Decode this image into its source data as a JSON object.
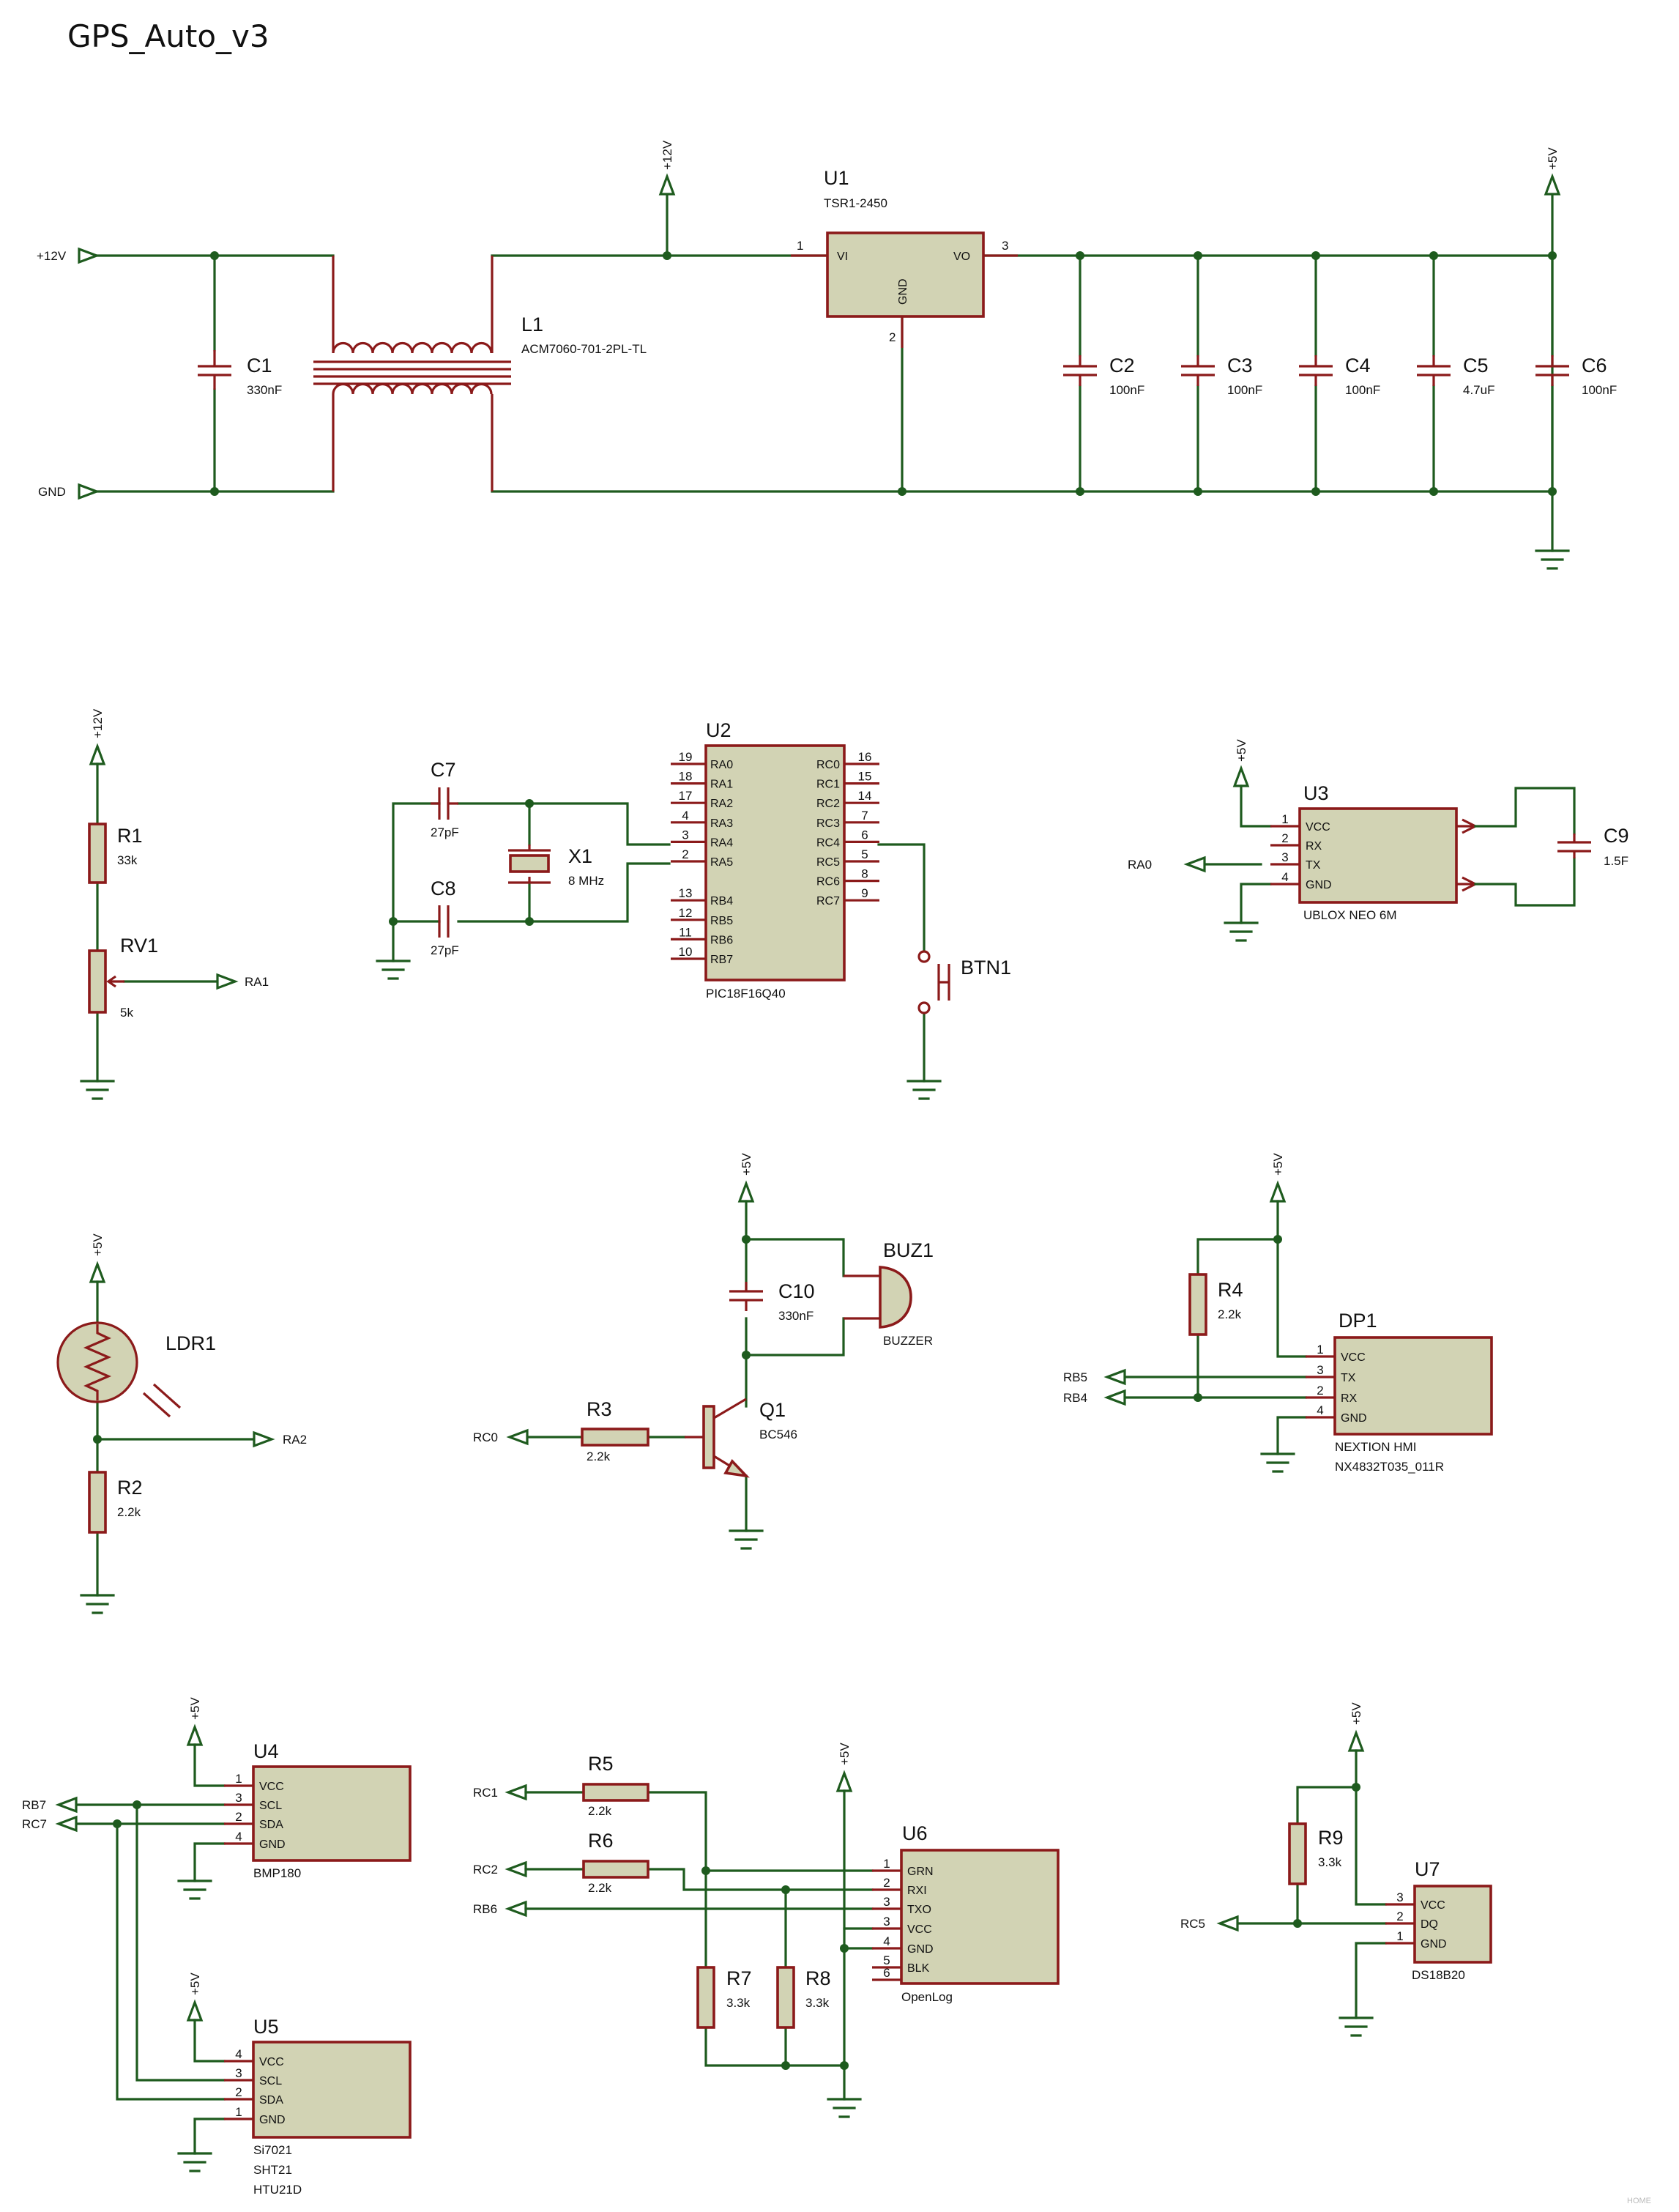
{
  "title": "GPS_Auto_v3",
  "net_labels": {
    "v12": "+12V",
    "v5": "+5V",
    "gnd": "GND",
    "ra0": "RA0",
    "ra1": "RA1",
    "ra2": "RA2",
    "rb4": "RB4",
    "rb5": "RB5",
    "rb6": "RB6",
    "rb7": "RB7",
    "rc0": "RC0",
    "rc1": "RC1",
    "rc2": "RC2",
    "rc5": "RC5",
    "rc7": "RC7"
  },
  "components": {
    "C1": {
      "ref": "C1",
      "value": "330nF"
    },
    "L1": {
      "ref": "L1",
      "value": "ACM7060-701-2PL-TL"
    },
    "U1": {
      "ref": "U1",
      "value": "TSR1-2450",
      "pins": {
        "vi": "VI",
        "vo": "VO",
        "gnd": "GND",
        "n1": "1",
        "n2": "2",
        "n3": "3"
      }
    },
    "C2": {
      "ref": "C2",
      "value": "100nF"
    },
    "C3": {
      "ref": "C3",
      "value": "100nF"
    },
    "C4": {
      "ref": "C4",
      "value": "100nF"
    },
    "C5": {
      "ref": "C5",
      "value": "4.7uF"
    },
    "C6": {
      "ref": "C6",
      "value": "100nF"
    },
    "R1": {
      "ref": "R1",
      "value": "33k"
    },
    "RV1": {
      "ref": "RV1",
      "value": "5k"
    },
    "C7": {
      "ref": "C7",
      "value": "27pF"
    },
    "C8": {
      "ref": "C8",
      "value": "27pF"
    },
    "X1": {
      "ref": "X1",
      "value": "8 MHz"
    },
    "U2": {
      "ref": "U2",
      "value": "PIC18F16Q40",
      "left_pins": [
        [
          "19",
          "RA0"
        ],
        [
          "18",
          "RA1"
        ],
        [
          "17",
          "RA2"
        ],
        [
          "4",
          "RA3"
        ],
        [
          "3",
          "RA4"
        ],
        [
          "2",
          "RA5"
        ],
        [
          "13",
          "RB4"
        ],
        [
          "12",
          "RB5"
        ],
        [
          "11",
          "RB6"
        ],
        [
          "10",
          "RB7"
        ]
      ],
      "right_pins": [
        [
          "16",
          "RC0"
        ],
        [
          "15",
          "RC1"
        ],
        [
          "14",
          "RC2"
        ],
        [
          "7",
          "RC3"
        ],
        [
          "6",
          "RC4"
        ],
        [
          "5",
          "RC5"
        ],
        [
          "8",
          "RC6"
        ],
        [
          "9",
          "RC7"
        ]
      ]
    },
    "BTN1": {
      "ref": "BTN1"
    },
    "U3": {
      "ref": "U3",
      "value": "UBLOX NEO 6M",
      "pins": [
        [
          "1",
          "VCC"
        ],
        [
          "2",
          "RX"
        ],
        [
          "3",
          "TX"
        ],
        [
          "4",
          "GND"
        ]
      ]
    },
    "C9": {
      "ref": "C9",
      "value": "1.5F"
    },
    "LDR1": {
      "ref": "LDR1"
    },
    "R2": {
      "ref": "R2",
      "value": "2.2k"
    },
    "BUZ1": {
      "ref": "BUZ1",
      "value": "BUZZER"
    },
    "C10": {
      "ref": "C10",
      "value": "330nF"
    },
    "R3": {
      "ref": "R3",
      "value": "2.2k"
    },
    "Q1": {
      "ref": "Q1",
      "value": "BC546"
    },
    "R4": {
      "ref": "R4",
      "value": "2.2k"
    },
    "DP1": {
      "ref": "DP1",
      "value": "NEXTION HMI",
      "value2": "NX4832T035_011R",
      "pins": [
        [
          "1",
          "VCC"
        ],
        [
          "3",
          "TX"
        ],
        [
          "2",
          "RX"
        ],
        [
          "4",
          "GND"
        ]
      ]
    },
    "U4": {
      "ref": "U4",
      "value": "BMP180",
      "pins": [
        [
          "1",
          "VCC"
        ],
        [
          "3",
          "SCL"
        ],
        [
          "2",
          "SDA"
        ],
        [
          "4",
          "GND"
        ]
      ]
    },
    "U5": {
      "ref": "U5",
      "value": "Si7021",
      "value2": "SHT21",
      "value3": "HTU21D",
      "pins": [
        [
          "4",
          "VCC"
        ],
        [
          "3",
          "SCL"
        ],
        [
          "2",
          "SDA"
        ],
        [
          "1",
          "GND"
        ]
      ]
    },
    "R5": {
      "ref": "R5",
      "value": "2.2k"
    },
    "R6": {
      "ref": "R6",
      "value": "2.2k"
    },
    "R7": {
      "ref": "R7",
      "value": "3.3k"
    },
    "R8": {
      "ref": "R8",
      "value": "3.3k"
    },
    "U6": {
      "ref": "U6",
      "value": "OpenLog",
      "pins": [
        [
          "1",
          "GRN"
        ],
        [
          "2",
          "RXI"
        ],
        [
          "3",
          "TXO"
        ],
        [
          "3",
          "VCC"
        ],
        [
          "4",
          "GND"
        ],
        [
          "5",
          "BLK"
        ],
        [
          "6",
          ""
        ]
      ]
    },
    "R9": {
      "ref": "R9",
      "value": "3.3k"
    },
    "U7": {
      "ref": "U7",
      "value": "DS18B20",
      "pins": [
        [
          "3",
          "VCC"
        ],
        [
          "2",
          "DQ"
        ],
        [
          "1",
          "GND"
        ]
      ]
    }
  },
  "watermark": "HOME"
}
